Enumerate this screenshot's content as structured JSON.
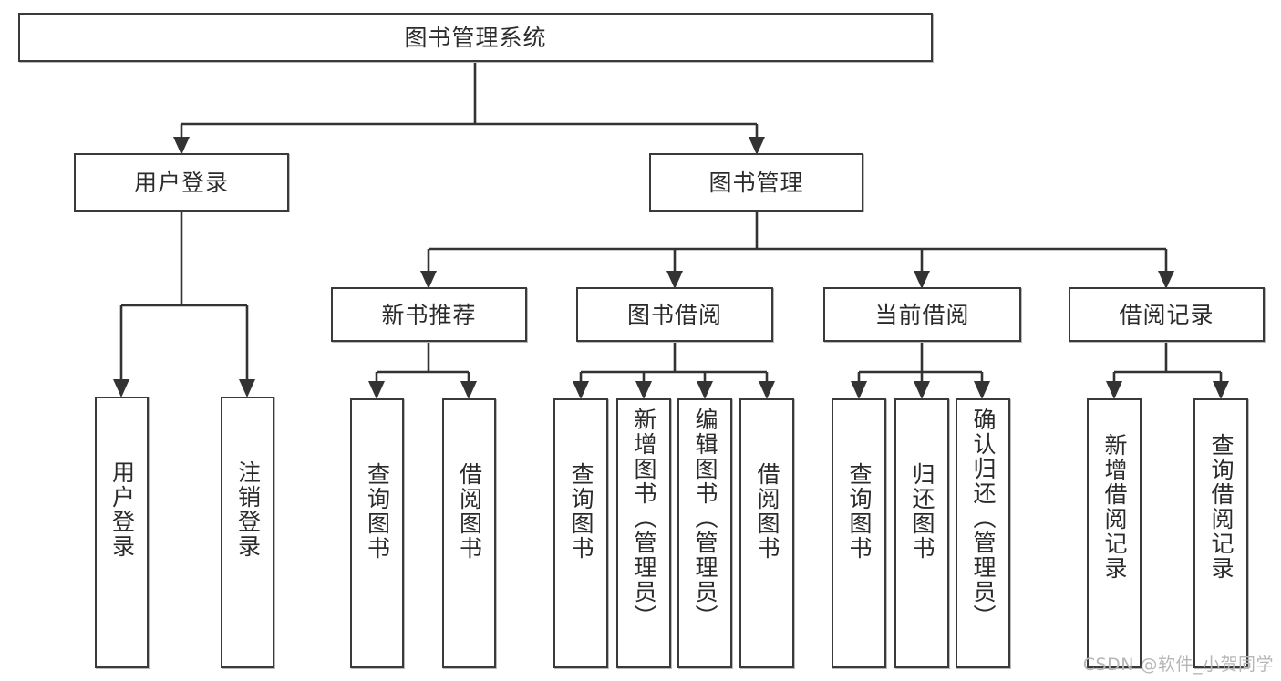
{
  "diagram": {
    "title": "图书管理系统",
    "type": "hierarchy-tree",
    "levels": 4,
    "root": {
      "id": "root",
      "label": "图书管理系统"
    },
    "level2": [
      {
        "id": "user-login",
        "label": "用户登录"
      },
      {
        "id": "book-management",
        "label": "图书管理"
      }
    ],
    "level3": [
      {
        "id": "new-book-recommend",
        "label": "新书推荐"
      },
      {
        "id": "book-borrow",
        "label": "图书借阅"
      },
      {
        "id": "current-borrow",
        "label": "当前借阅"
      },
      {
        "id": "borrow-record",
        "label": "借阅记录"
      }
    ],
    "leaves": [
      {
        "id": "leaf-user-login",
        "label": "用户登录",
        "parent": "user-login"
      },
      {
        "id": "leaf-user-logout",
        "label": "注销登录",
        "parent": "user-login"
      },
      {
        "id": "leaf-query-book-1",
        "label": "查询图书",
        "parent": "new-book-recommend"
      },
      {
        "id": "leaf-borrow-book-1",
        "label": "借阅图书",
        "parent": "new-book-recommend"
      },
      {
        "id": "leaf-query-book-2",
        "label": "查询图书",
        "parent": "book-borrow"
      },
      {
        "id": "leaf-add-book",
        "label": "新增图书（管理员）",
        "parent": "book-borrow"
      },
      {
        "id": "leaf-edit-book",
        "label": "编辑图书（管理员）",
        "parent": "book-borrow"
      },
      {
        "id": "leaf-borrow-book-2",
        "label": "借阅图书",
        "parent": "book-borrow"
      },
      {
        "id": "leaf-query-book-3",
        "label": "查询图书",
        "parent": "current-borrow"
      },
      {
        "id": "leaf-return-book",
        "label": "归还图书",
        "parent": "current-borrow"
      },
      {
        "id": "leaf-confirm-return",
        "label": "确认归还（管理员）",
        "parent": "current-borrow"
      },
      {
        "id": "leaf-add-record",
        "label": "新增借阅记录",
        "parent": "borrow-record"
      },
      {
        "id": "leaf-query-record",
        "label": "查询借阅记录",
        "parent": "borrow-record"
      }
    ],
    "colors": {
      "node_border": "#3a3a3a",
      "node_fill": "#ffffff",
      "edge": "#333333",
      "text": "#2b2b2b",
      "watermark": "#b6b6b6",
      "background": "#ffffff"
    }
  },
  "watermark": {
    "text": "CSDN @软件_小贺同学"
  }
}
